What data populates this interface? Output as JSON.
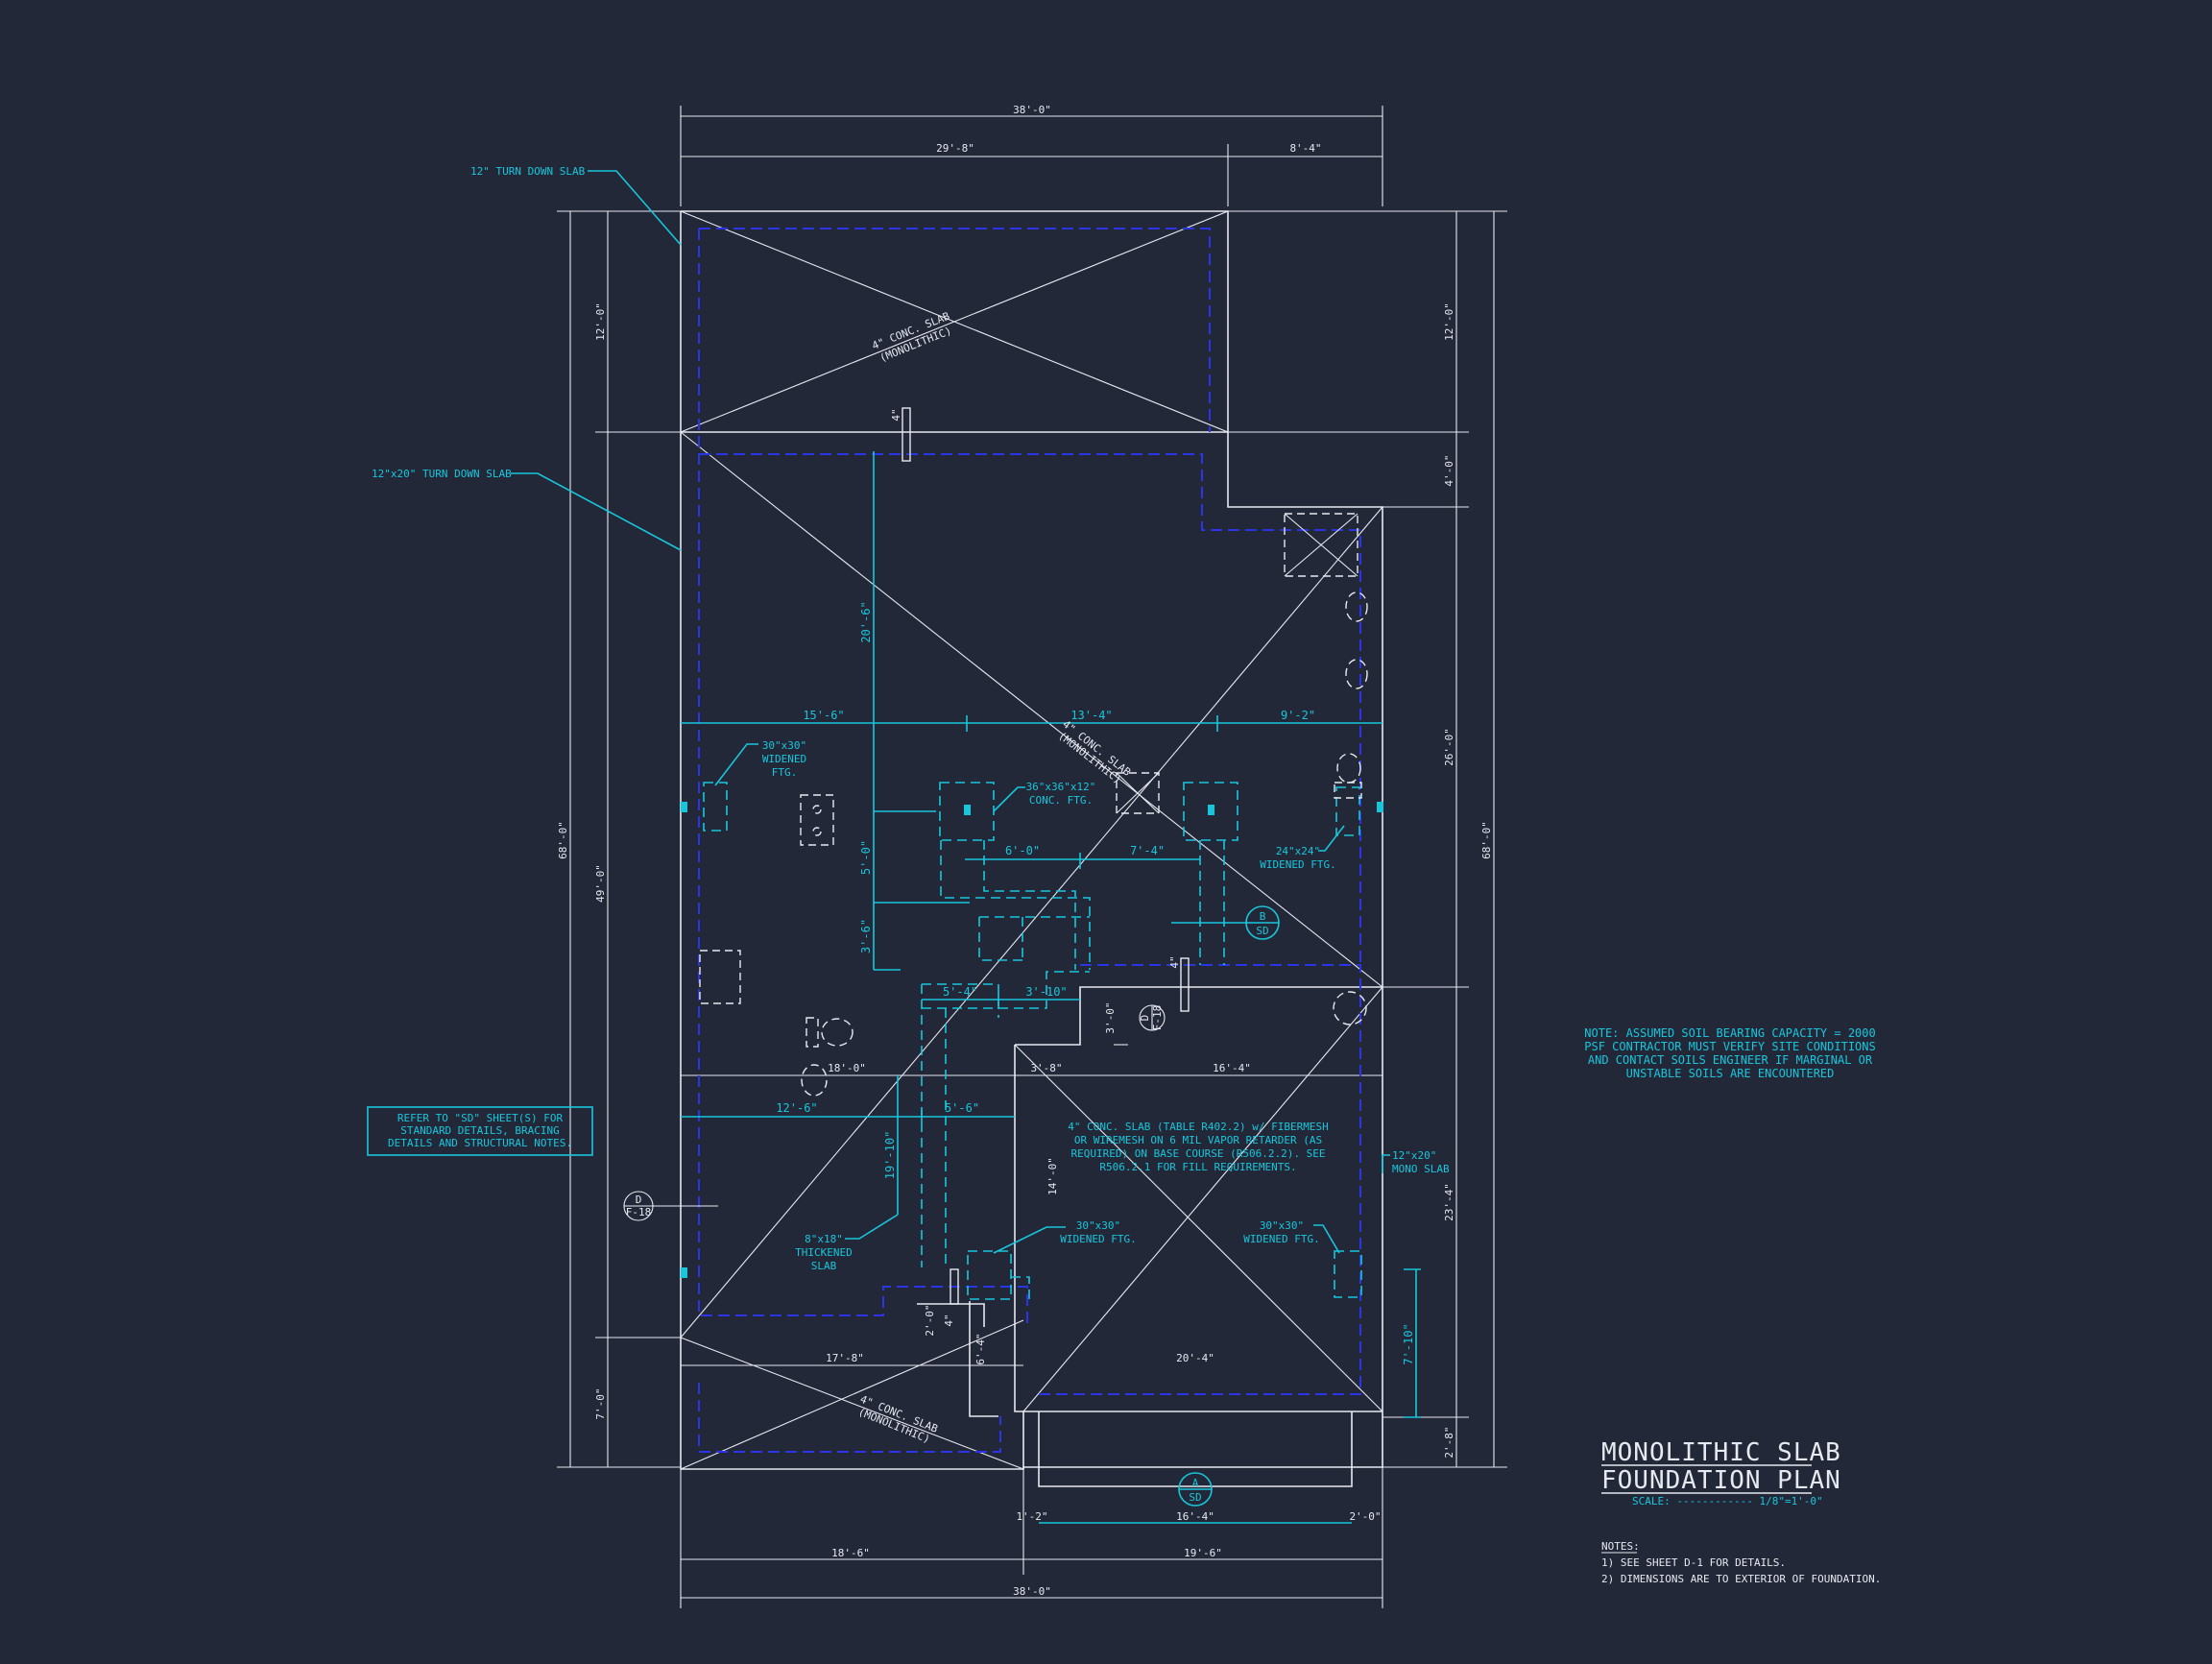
{
  "title": {
    "line1": "MONOLITHIC SLAB",
    "line2": "FOUNDATION PLAN",
    "scale": "SCALE: ------------ 1/8\"=1'-0\""
  },
  "dimensions": {
    "top_overall": "38'-0\"",
    "top_left": "29'-8\"",
    "top_right": "8'-4\"",
    "bottom_overall": "38'-0\"",
    "bottom_left": "18'-6\"",
    "bottom_right": "19'-6\"",
    "left_overall": "68'-0\"",
    "left_top": "12'-0\"",
    "left_mid": "49'-0\"",
    "left_bottom": "7'-0\"",
    "right_overall": "68'-0\"",
    "right_a": "12'-0\"",
    "right_b": "4'-0\"",
    "right_c": "26'-0\"",
    "right_d": "23'-4\"",
    "right_e": "2'-8\"",
    "interior_20_6": "20'-6\"",
    "interior_15_6": "15'-6\"",
    "interior_13_4": "13'-4\"",
    "interior_9_2": "9'-2\"",
    "interior_6_0": "6'-0\"",
    "interior_7_4": "7'-4\"",
    "interior_5_0": "5'-0\"",
    "interior_3_6": "3'-6\"",
    "interior_5_4": "5'-4\"",
    "interior_3_10": "3'-10\"",
    "interior_3_0": "3'-0\"",
    "interior_16_4": "16'-4\"",
    "interior_3_8": "3'-8\"",
    "interior_18_0": "18'-0\"",
    "interior_12_6": "12'-6\"",
    "interior_5_6": "5'-6\"",
    "interior_19_10": "19'-10\"",
    "interior_14_0": "14'-0\"",
    "interior_2_0": "2'-0\"",
    "interior_4_in": "4\"",
    "interior_6_4": "6'-4\"",
    "interior_17_8": "17'-8\"",
    "interior_20_4": "20'-4\"",
    "interior_7_10": "7'-10\"",
    "porch_1_2": "1'-2\"",
    "porch_16_4": "16'-4\"",
    "porch_2_0": "2'-0\""
  },
  "labels": {
    "turn_down_12": "12\" TURN DOWN SLAB",
    "turn_down_12x20": "12\"x20\" TURN DOWN SLAB",
    "conc_slab_top_1": "4\" CONC. SLAB",
    "conc_slab_top_2": "(MONOLITHIC)",
    "conc_slab_mid_1": "4\" CONC. SLAB",
    "conc_slab_mid_2": "(MONOLITHIC)",
    "conc_slab_bot_1": "4\" CONC. SLAB",
    "conc_slab_bot_2": "(MONOLITHIC)",
    "widened_30_1": "30\"x30\"",
    "widened_30_2": "WIDENED",
    "widened_30_3": "FTG.",
    "conc_ftg_1": "36\"x36\"x12\"",
    "conc_ftg_2": "CONC. FTG.",
    "widened_24_1": "24\"x24\"",
    "widened_24_2": "WIDENED FTG.",
    "refer_1": "REFER TO \"SD\" SHEET(S) FOR",
    "refer_2": "STANDARD DETAILS, BRACING",
    "refer_3": "DETAILS AND STRUCTURAL NOTES.",
    "garage_slab_1": "4\" CONC. SLAB (TABLE R402.2) w/ FIBERMESH",
    "garage_slab_2": "OR WIREMESH ON 6 MIL VAPOR RETARDER (AS",
    "garage_slab_3": "REQUIRED) ON BASE COURSE (R506.2.2). SEE",
    "garage_slab_4": "R506.2.1 FOR FILL REQUIREMENTS.",
    "mono_slab_1": "12\"x20\"",
    "mono_slab_2": "MONO SLAB",
    "thick_1": "8\"x18\"",
    "thick_2": "THICKENED",
    "thick_3": "SLAB",
    "wid_g1_1": "30\"x30\"",
    "wid_g1_2": "WIDENED FTG.",
    "wid_g2_1": "30\"x30\"",
    "wid_g2_2": "WIDENED FTG."
  },
  "callouts": {
    "b_top": "B",
    "b_bot": "SD",
    "a_top": "A",
    "a_bot": "SD",
    "d_top": "D",
    "d_bot": "F-18",
    "d2_top": "D",
    "d2_bot": "F-18"
  },
  "note": {
    "line1": "NOTE: ASSUMED SOIL BEARING CAPACITY = 2000",
    "line2": "PSF CONTRACTOR MUST VERIFY SITE CONDITIONS",
    "line3": "AND CONTACT SOILS ENGINEER IF MARGINAL OR",
    "line4": "UNSTABLE SOILS ARE ENCOUNTERED"
  },
  "notes": {
    "heading": "NOTES:",
    "item1": "1)  SEE SHEET D-1 FOR DETAILS.",
    "item2": "2)  DIMENSIONS ARE TO EXTERIOR OF FOUNDATION."
  },
  "colors": {
    "background": "#232838",
    "linework": "#e6e9f0",
    "annotation": "#18c6dc",
    "hidden_line": "#2a36e6"
  }
}
